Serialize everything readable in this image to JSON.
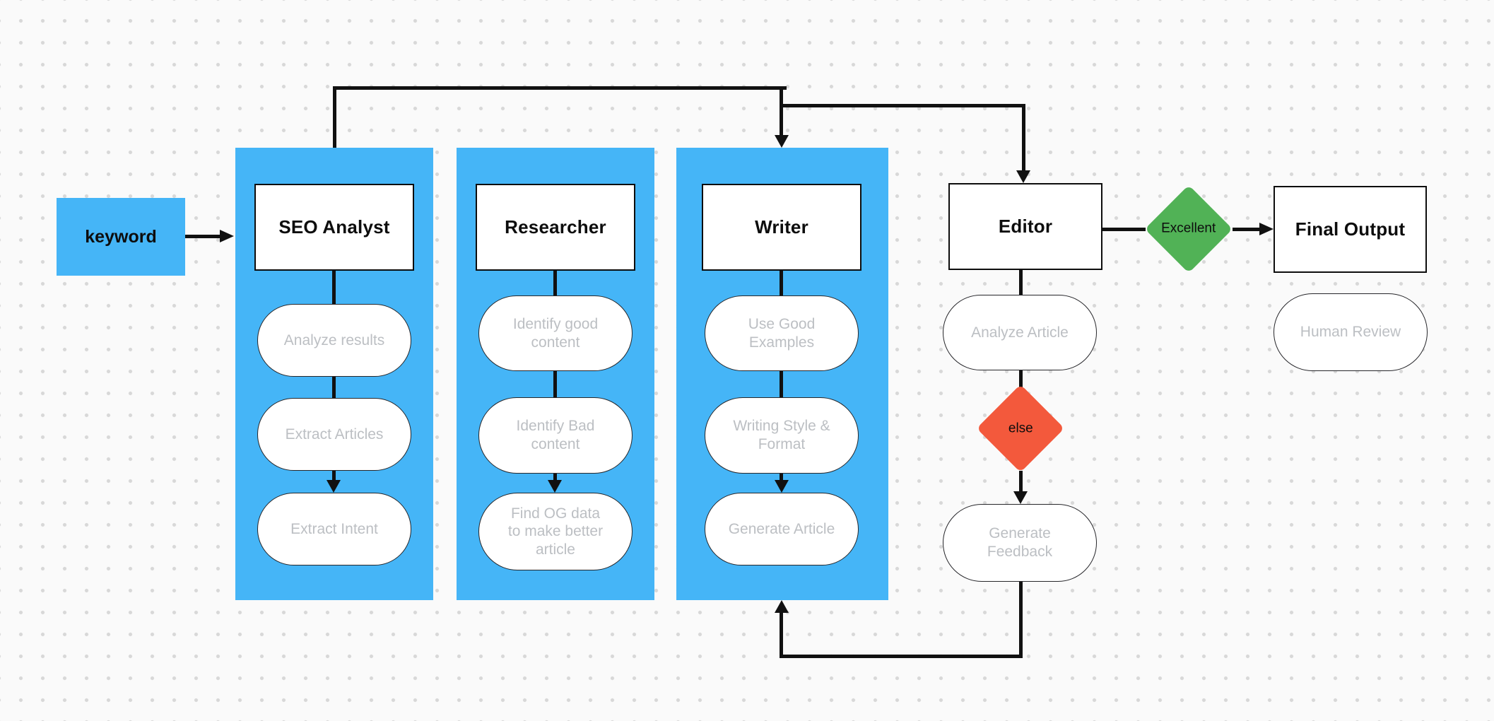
{
  "palette": {
    "bg": "#fafafa",
    "dot": "#d8d8d8",
    "blue": "#45b5f7",
    "green": "#51b256",
    "red": "#f3593c",
    "line": "#111111",
    "ink": "#0d0d0d",
    "muted": "#bcbfc3"
  },
  "keyword_label": "keyword",
  "agents": [
    {
      "title": "SEO Analyst",
      "steps": [
        "Analyze results",
        "Extract Articles",
        "Extract Intent"
      ]
    },
    {
      "title": "Researcher",
      "steps": [
        "Identify good\ncontent",
        "Identify Bad\ncontent",
        "Find OG data\nto make better\narticle"
      ]
    },
    {
      "title": "Writer",
      "steps": [
        "Use Good\nExamples",
        "Writing Style &\nFormat",
        "Generate Article"
      ]
    }
  ],
  "editor": {
    "title": "Editor",
    "analyze": "Analyze Article",
    "else_label": "else",
    "feedback": "Generate\nFeedback"
  },
  "excellent_label": "Excellent",
  "final": {
    "title": "Final Output",
    "review": "Human Review"
  }
}
